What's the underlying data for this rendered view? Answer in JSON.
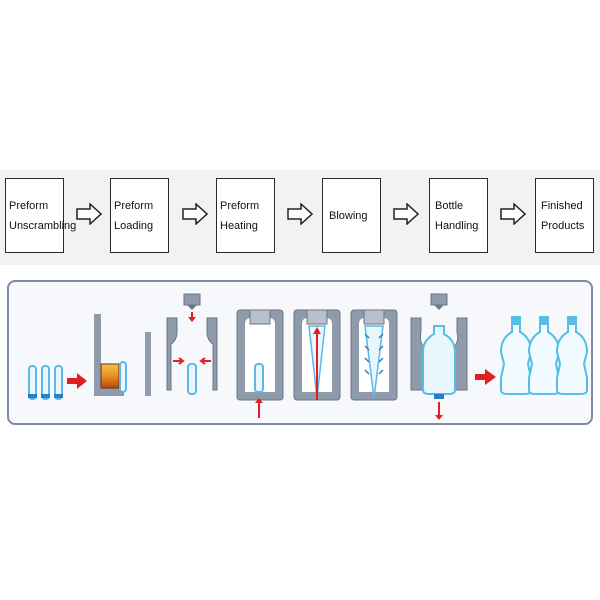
{
  "steps": [
    {
      "line1": "Preform",
      "line2": "Unscrambling"
    },
    {
      "line1": "Preform",
      "line2": "Loading"
    },
    {
      "line1": "Preform",
      "line2": "Heating"
    },
    {
      "line1": "Blowing",
      "line2": ""
    },
    {
      "line1": "Bottle",
      "line2": "Handling"
    },
    {
      "line1": "Finished",
      "line2": "Products"
    }
  ],
  "colors": {
    "mold": "#8f9aaa",
    "mold_dark": "#6b7686",
    "preform": "#5bb8e8",
    "arrow_red": "#e02020",
    "heater": "#e8901e",
    "bottle": "#56bde6"
  },
  "icons": [
    "hollow-arrow-icon",
    "red-arrow-icon",
    "preform-icon",
    "mold-icon",
    "bottle-icon"
  ]
}
